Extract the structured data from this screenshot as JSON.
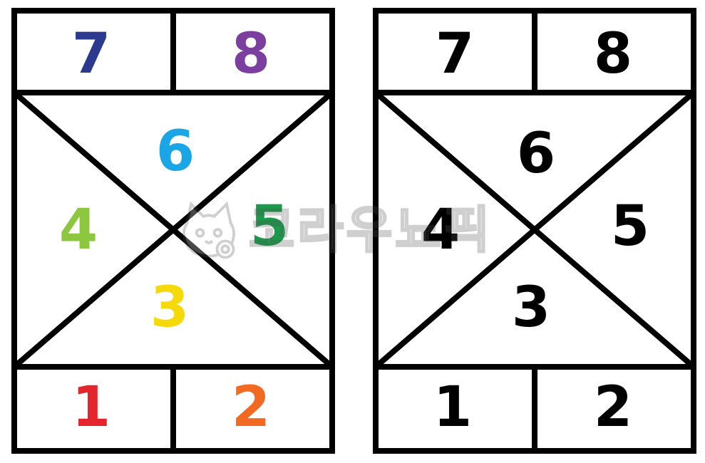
{
  "cards": [
    {
      "id": "left",
      "numbers": {
        "n7": {
          "text": "7",
          "color": "#2b3a8f"
        },
        "n8": {
          "text": "8",
          "color": "#7b3fa0"
        },
        "n6": {
          "text": "6",
          "color": "#1aa5e6"
        },
        "n4": {
          "text": "4",
          "color": "#8dc63f"
        },
        "n5": {
          "text": "5",
          "color": "#1a9a4a"
        },
        "n3": {
          "text": "3",
          "color": "#f5d90a"
        },
        "n1": {
          "text": "1",
          "color": "#e3262d"
        },
        "n2": {
          "text": "2",
          "color": "#f26a21"
        }
      }
    },
    {
      "id": "right",
      "numbers": {
        "n7": {
          "text": "7",
          "color": "#000000"
        },
        "n8": {
          "text": "8",
          "color": "#000000"
        },
        "n6": {
          "text": "6",
          "color": "#000000"
        },
        "n4": {
          "text": "4",
          "color": "#000000"
        },
        "n5": {
          "text": "5",
          "color": "#000000"
        },
        "n3": {
          "text": "3",
          "color": "#000000"
        },
        "n1": {
          "text": "1",
          "color": "#000000"
        },
        "n2": {
          "text": "2",
          "color": "#000000"
        }
      }
    }
  ],
  "watermark": {
    "text": "코라우뇨픽",
    "icon": "cat-face-icon"
  }
}
